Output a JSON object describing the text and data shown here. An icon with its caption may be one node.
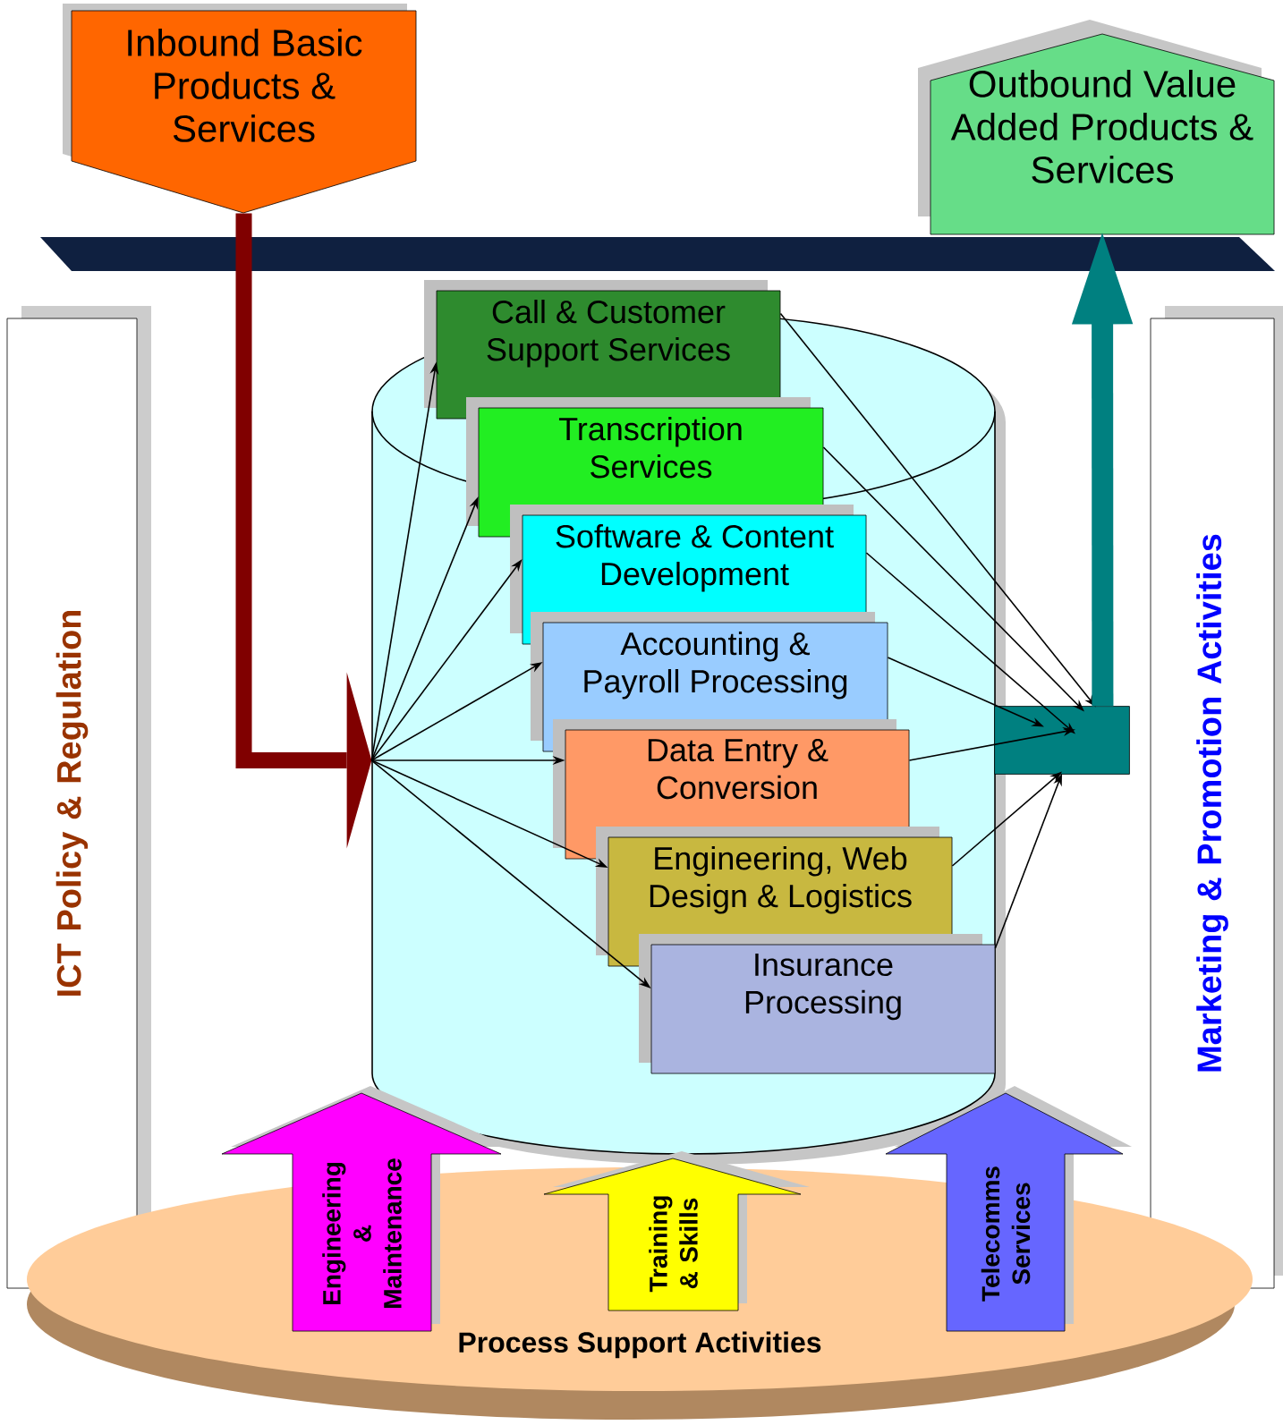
{
  "diagram": {
    "nodes": [
      {
        "text": [
          "Inbound Basic Products & Services"
        ]
      },
      {
        "text": [
          "Outbound Value Added Products & Services"
        ]
      },
      {
        "text": [
          "ICT Policy & Regulation"
        ]
      },
      {
        "text": [
          "Marketing & Promotion Activities"
        ]
      },
      {
        "text": [],
        "shape": "triangle"
      },
      {
        "text": [
          "Call & Customer Support Services"
        ]
      },
      {
        "text": [
          "Transcription Services"
        ]
      },
      {
        "text": [
          "Software & Content Development"
        ]
      },
      {
        "text": [
          "Accounting & Payroll Processing"
        ]
      },
      {
        "text": [
          "Data Entry & Conversion"
        ]
      },
      {
        "text": [
          "Engineering, Web Design & Logistics"
        ]
      },
      {
        "text": [
          "Insurance Processing"
        ]
      },
      {
        "text": [],
        "shape": "box"
      },
      {
        "text": [
          "Engineering & Maintenance"
        ]
      },
      {
        "text": [
          "Training & Skills"
        ]
      },
      {
        "text": [
          "Telecomms Services"
        ]
      },
      {
        "text": [
          "Process Support Activities"
        ]
      }
    ],
    "edges": [
      {
        "from": 0,
        "to": 4,
        "arrow": "none",
        "style": "thick",
        "color": "#800000"
      },
      {
        "from": 4,
        "to": 5,
        "arrow": "to"
      },
      {
        "from": 4,
        "to": 6,
        "arrow": "to"
      },
      {
        "from": 4,
        "to": 7,
        "arrow": "to"
      },
      {
        "from": 4,
        "to": 8,
        "arrow": "to"
      },
      {
        "from": 4,
        "to": 9,
        "arrow": "to"
      },
      {
        "from": 4,
        "to": 10,
        "arrow": "to"
      },
      {
        "from": 4,
        "to": 11,
        "arrow": "to"
      },
      {
        "from": 5,
        "to": 12,
        "arrow": "to"
      },
      {
        "from": 6,
        "to": 12,
        "arrow": "to"
      },
      {
        "from": 7,
        "to": 12,
        "arrow": "to"
      },
      {
        "from": 8,
        "to": 12,
        "arrow": "to"
      },
      {
        "from": 9,
        "to": 12,
        "arrow": "to"
      },
      {
        "from": 10,
        "to": 12,
        "arrow": "to"
      },
      {
        "from": 11,
        "to": 12,
        "arrow": "to"
      },
      {
        "from": 12,
        "to": 1,
        "arrow": "to",
        "style": "thick",
        "color": "#008080"
      }
    ]
  }
}
